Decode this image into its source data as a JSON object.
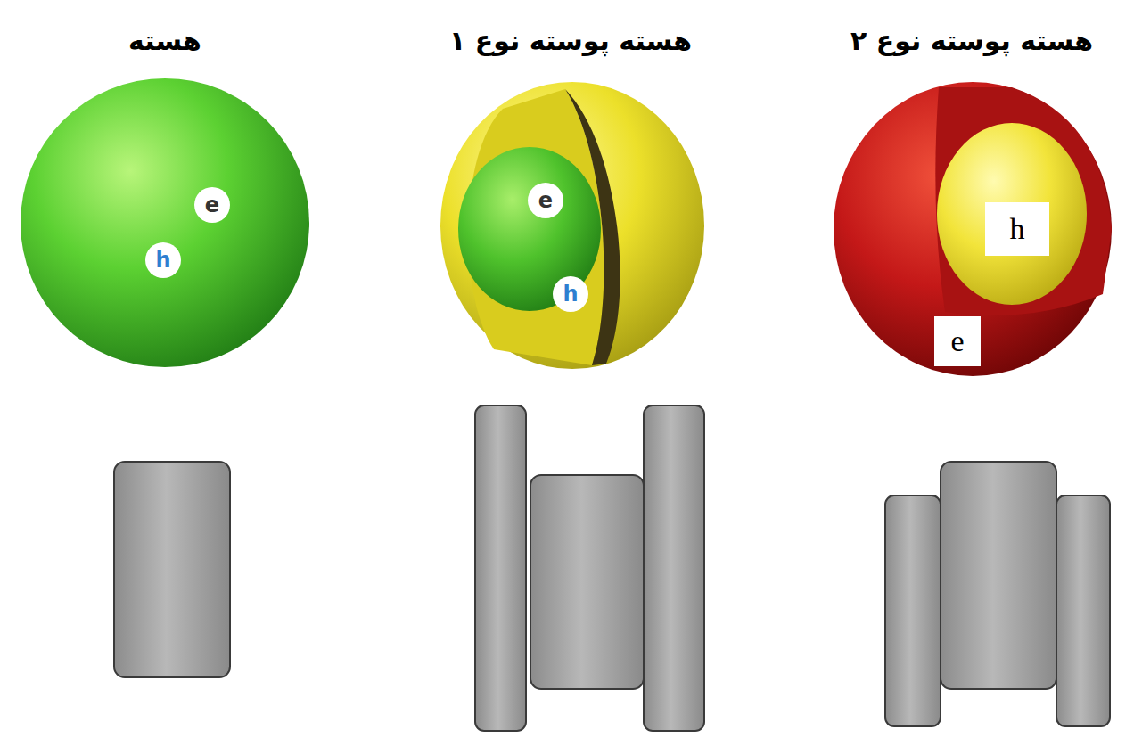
{
  "diagram": {
    "nodes": [
      {
        "text": [
          "هسته",
          "e",
          "h"
        ]
      },
      {
        "text": [
          "هسته پوسته نوع ۱",
          "e",
          "h"
        ]
      },
      {
        "text": [
          "هسته پوسته نوع ۲",
          "h",
          "e"
        ]
      }
    ]
  }
}
